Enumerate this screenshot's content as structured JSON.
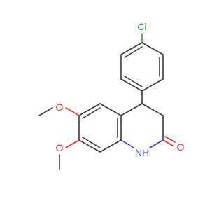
{
  "molecule": {
    "atoms": [
      {
        "id": "cl",
        "label": "Cl",
        "color": "#2ea02e"
      },
      {
        "id": "o_methoxy_1",
        "label": "O",
        "color": "#e03030"
      },
      {
        "id": "o_methoxy_2",
        "label": "O",
        "color": "#e03030"
      },
      {
        "id": "nh",
        "label": "NH",
        "color": "#3040c8"
      },
      {
        "id": "o_carbonyl",
        "label": "O",
        "color": "#e03030"
      }
    ]
  }
}
